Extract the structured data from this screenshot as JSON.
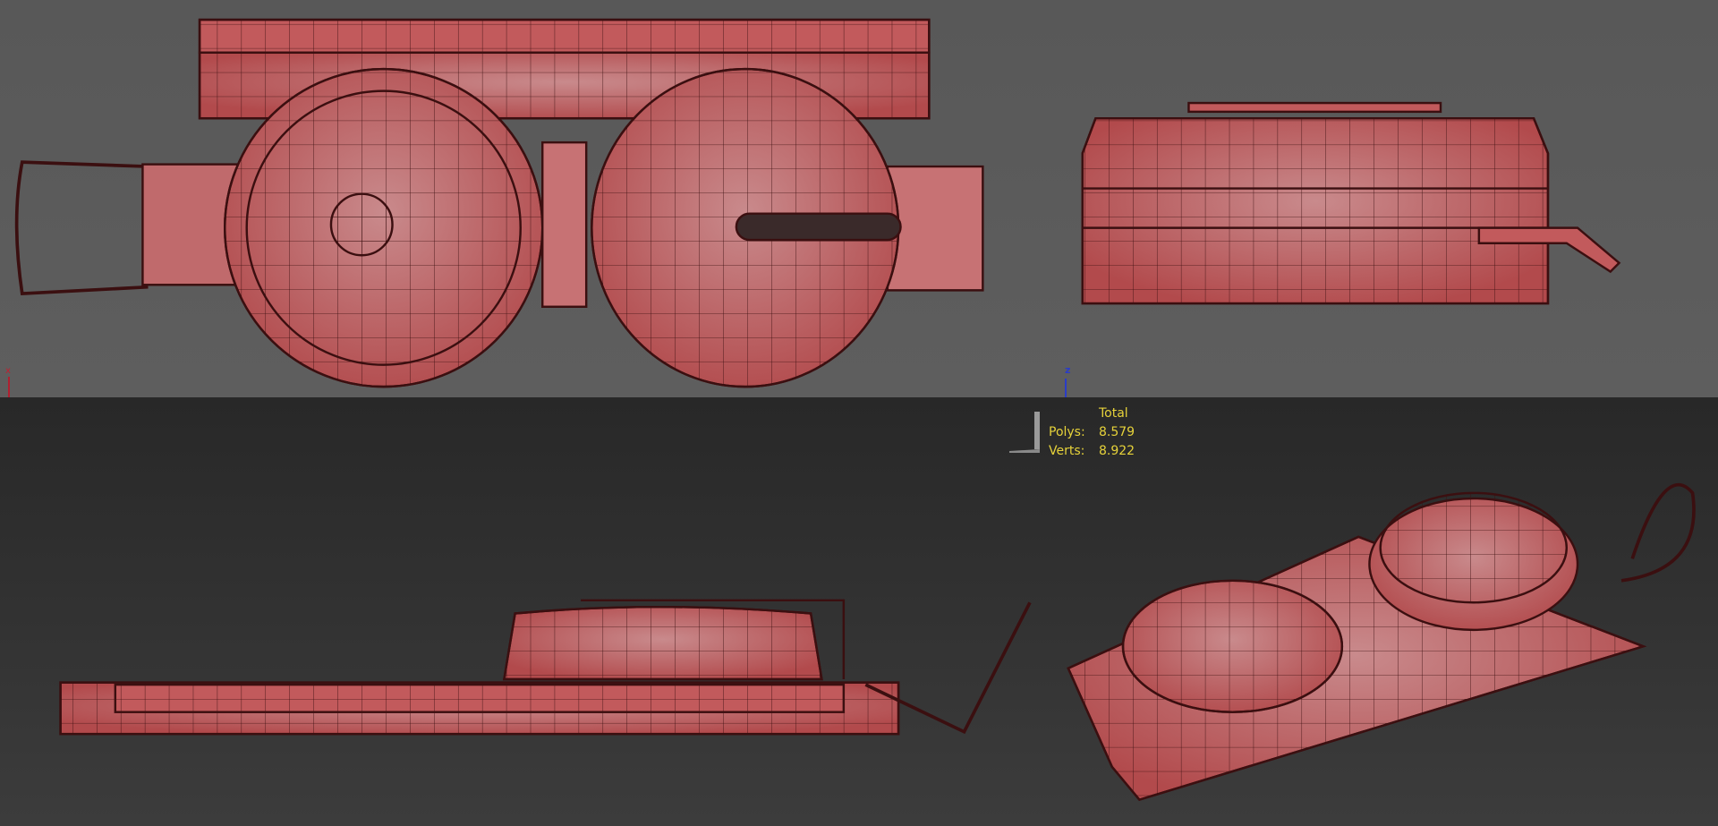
{
  "viewports": {
    "top": {
      "axis_label": "z",
      "left_axis_label": "x"
    },
    "stats": {
      "header": "Total",
      "rows": [
        {
          "label": "Polys:",
          "value": "8.579"
        },
        {
          "label": "Verts:",
          "value": "8.922"
        }
      ]
    }
  },
  "colors": {
    "model_fill": "#c25a5c",
    "wire": "#3b0f10",
    "stats_text": "#e6d23a",
    "z_axis": "#2a3cc8",
    "x_axis": "#c02030"
  }
}
